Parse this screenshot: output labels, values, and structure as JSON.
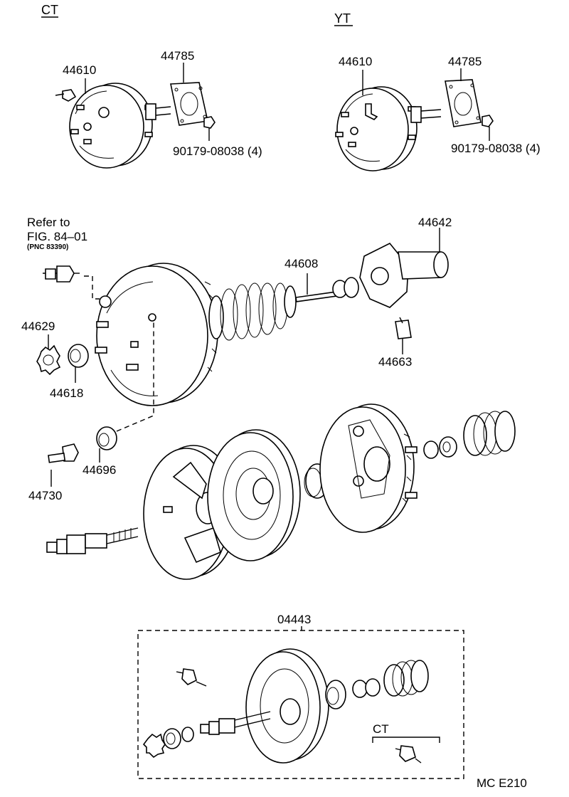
{
  "variants": {
    "ct": "CT",
    "yt": "YT",
    "ct_inset": "CT"
  },
  "parts": {
    "booster_ct": "44610",
    "gasket_ct": "44785",
    "nut_ct": "90179-08038 (4)",
    "booster_yt": "44610",
    "gasket_yt": "44785",
    "nut_yt": "90179-08038 (4)",
    "cover": "44642",
    "push_rod": "44608",
    "clip": "44663",
    "grommet": "44629",
    "seal": "44618",
    "plug": "44696",
    "bolt": "44730",
    "kit": "04443"
  },
  "refer": {
    "line1": "Refer to",
    "line2": "FIG. 84–01",
    "line3": "(PNC 83390)"
  },
  "footer": {
    "code": "MC E210"
  }
}
